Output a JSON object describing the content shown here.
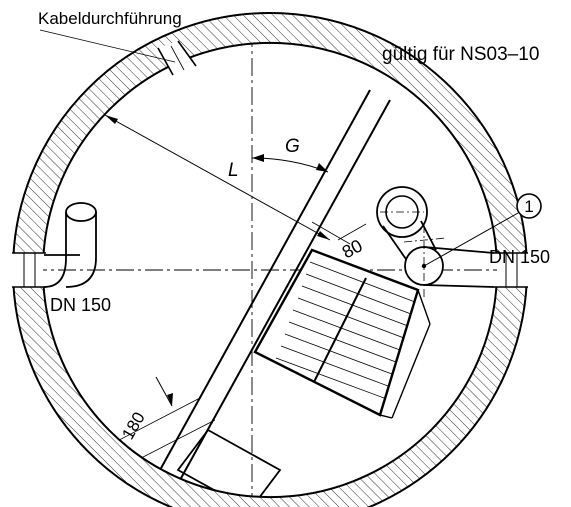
{
  "labels": {
    "cable_entry": "Kabeldurchführung",
    "validity": "gültig für NS03–10",
    "pipe_left": "DN 150",
    "pipe_right": "DN 150",
    "dim_l": "L",
    "angle_g": "G",
    "dim_80": "80",
    "dim_180": "180",
    "callout_1": "1"
  },
  "colors": {
    "line": "#000000",
    "background": "#ffffff"
  }
}
